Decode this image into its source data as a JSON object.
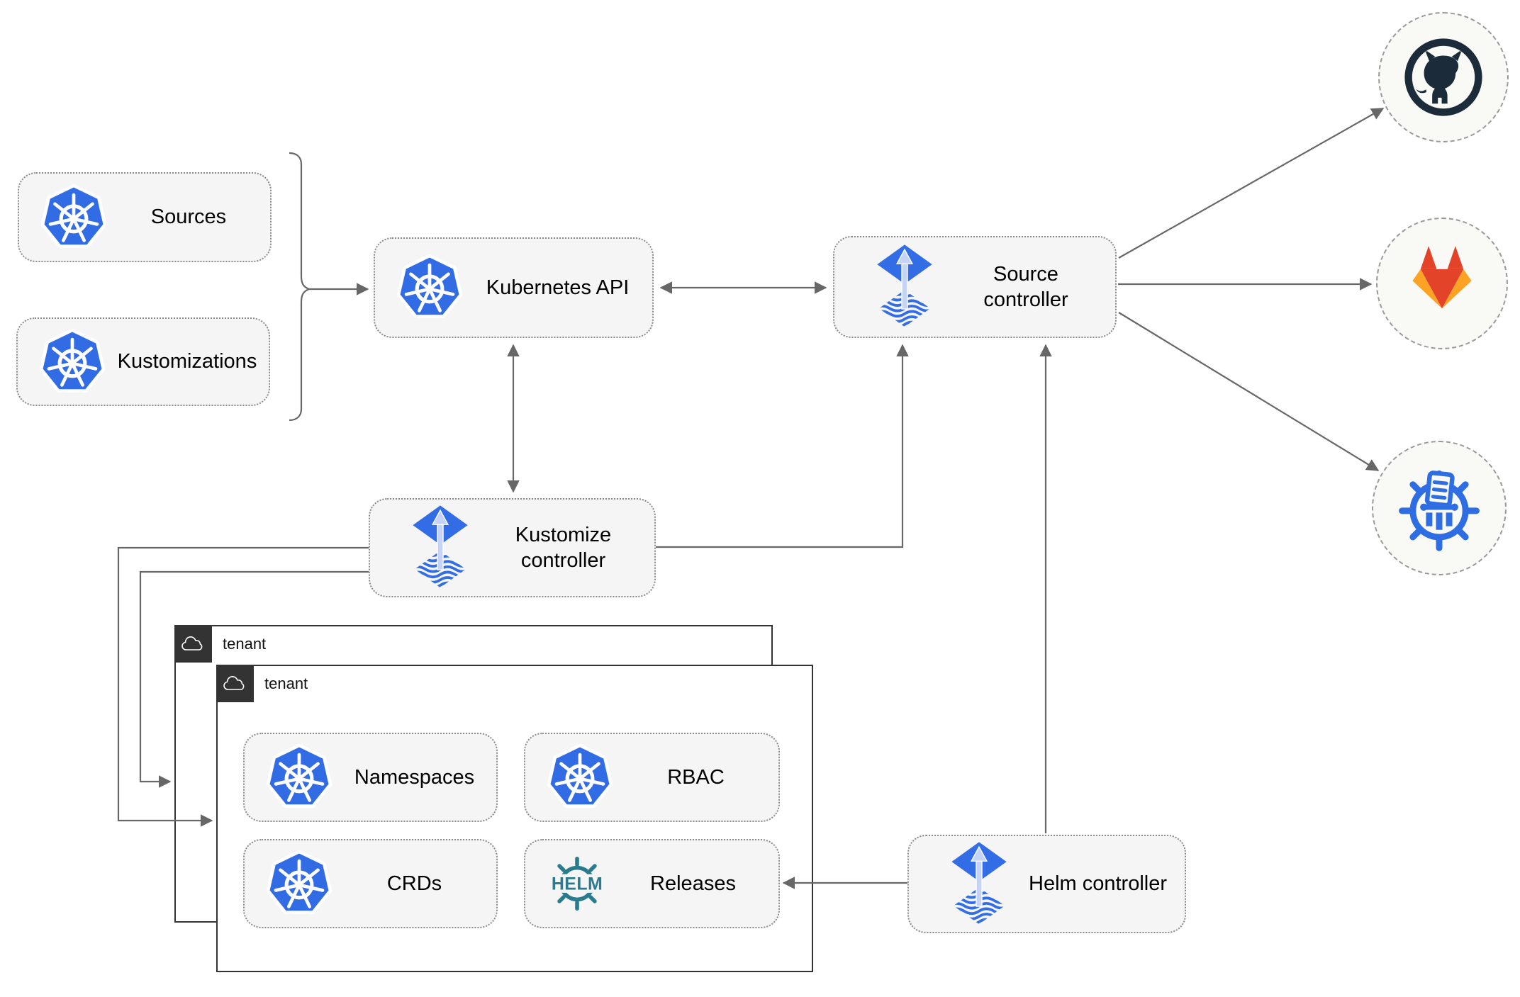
{
  "boxes": {
    "sources": {
      "label": "Sources",
      "icon": "kubernetes-icon"
    },
    "kustomizations": {
      "label": "Kustomizations",
      "icon": "kubernetes-icon"
    },
    "kubernetes_api": {
      "label": "Kubernetes API",
      "icon": "kubernetes-icon"
    },
    "source_controller": {
      "label": "Source controller",
      "icon": "flux-icon"
    },
    "kustomize_controller": {
      "label": "Kustomize controller",
      "icon": "flux-icon"
    },
    "helm_controller": {
      "label": "Helm controller",
      "icon": "flux-icon"
    },
    "namespaces": {
      "label": "Namespaces",
      "icon": "kubernetes-icon"
    },
    "rbac": {
      "label": "RBAC",
      "icon": "kubernetes-icon"
    },
    "crds": {
      "label": "CRDs",
      "icon": "kubernetes-icon"
    },
    "releases": {
      "label": "Releases",
      "icon": "helm-icon"
    }
  },
  "tenants": {
    "back": {
      "label": "tenant",
      "icon": "cloud-icon"
    },
    "front": {
      "label": "tenant",
      "icon": "cloud-icon"
    }
  },
  "endpoints": {
    "github": {
      "icon": "github-icon"
    },
    "gitlab": {
      "icon": "gitlab-icon"
    },
    "chart_repository": {
      "icon": "chartmuseum-icon"
    }
  },
  "colors": {
    "box_fill": "#f5f5f5",
    "box_border": "#8a8a8a",
    "connector_gray": "#676767",
    "tenant_border": "#333333",
    "kubernetes_blue": "#326ce5",
    "flux_blue": "#326de6",
    "flux_arrow_light": "#c5d4f6",
    "helm_teal": "#2a7b8e",
    "chartmuseum_blue": "#2f6ee2",
    "github_navy": "#1b2b3a",
    "gitlab_red_orange": "#e24329",
    "gitlab_light_orange": "#fca326"
  }
}
